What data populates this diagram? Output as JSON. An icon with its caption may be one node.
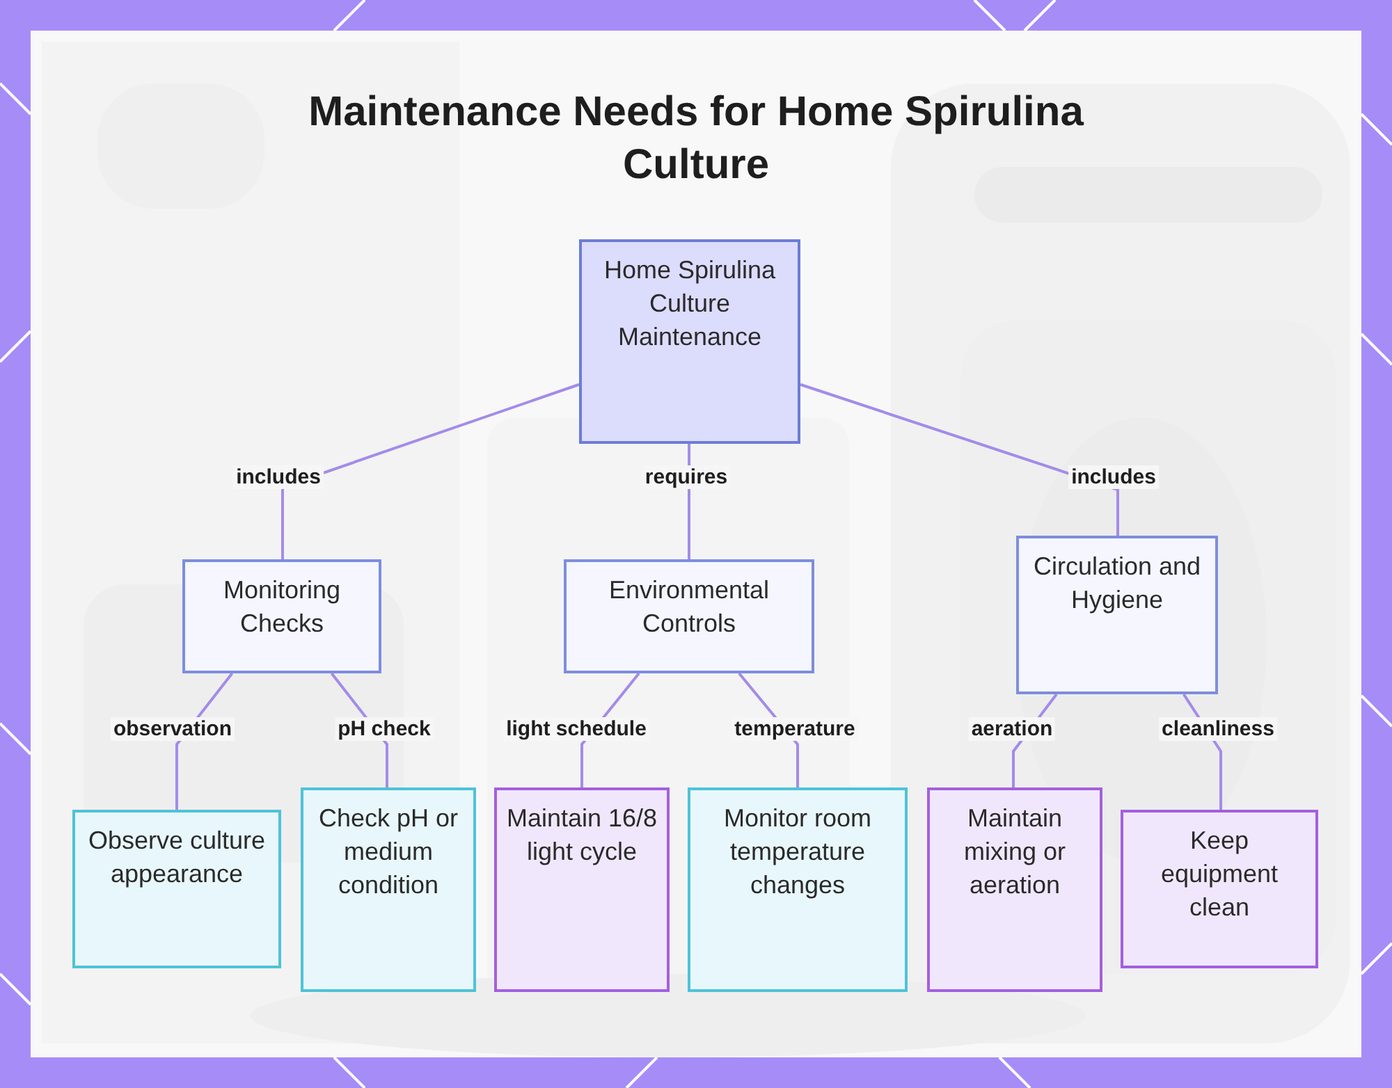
{
  "diagram": {
    "title": "Maintenance Needs for Home Spirulina Culture",
    "nodes": [
      {
        "text": [
          "Home Spirulina Culture Maintenance"
        ]
      },
      {
        "text": [
          "Monitoring Checks"
        ]
      },
      {
        "text": [
          "Environmental Controls"
        ]
      },
      {
        "text": [
          "Circulation and Hygiene"
        ]
      },
      {
        "text": [
          "Observe culture appearance"
        ]
      },
      {
        "text": [
          "Check pH or medium condition"
        ]
      },
      {
        "text": [
          "Maintain 16/8 light cycle"
        ]
      },
      {
        "text": [
          "Monitor room temperature changes"
        ]
      },
      {
        "text": [
          "Maintain mixing or aeration"
        ]
      },
      {
        "text": [
          "Keep equipment clean"
        ]
      }
    ],
    "edges": [
      {
        "from": 0,
        "to": 1,
        "arrow": "none",
        "label": "includes"
      },
      {
        "from": 0,
        "to": 2,
        "arrow": "none",
        "label": "requires"
      },
      {
        "from": 0,
        "to": 3,
        "arrow": "none",
        "label": "includes"
      },
      {
        "from": 1,
        "to": 4,
        "arrow": "none",
        "label": "observation"
      },
      {
        "from": 1,
        "to": 5,
        "arrow": "none",
        "label": "pH check"
      },
      {
        "from": 2,
        "to": 6,
        "arrow": "none",
        "label": "light schedule"
      },
      {
        "from": 2,
        "to": 7,
        "arrow": "none",
        "label": "temperature"
      },
      {
        "from": 3,
        "to": 8,
        "arrow": "none",
        "label": "aeration"
      },
      {
        "from": 3,
        "to": 9,
        "arrow": "none",
        "label": "cleanliness"
      }
    ]
  }
}
